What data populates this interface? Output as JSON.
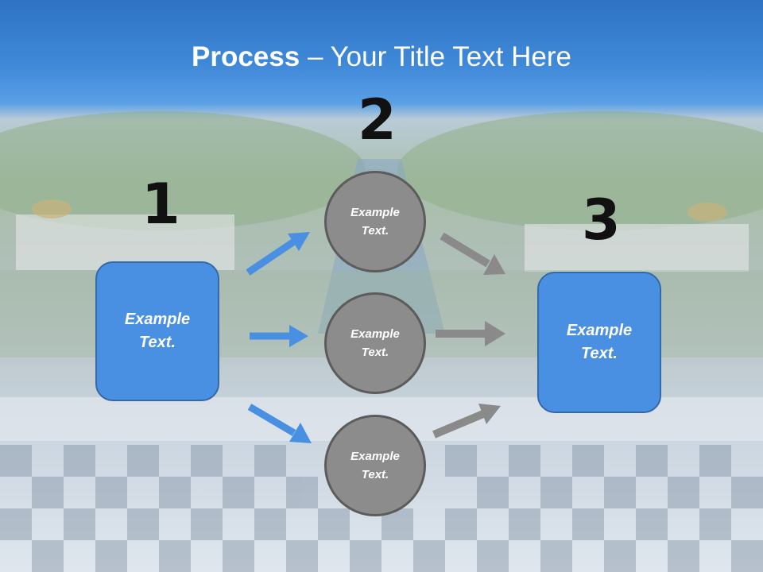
{
  "title": {
    "bold": "Process",
    "rest": " – Your Title Text Here"
  },
  "steps": {
    "step1": {
      "number": "1",
      "line1": "Example",
      "line2": "Text."
    },
    "step2": {
      "number": "2"
    },
    "step3": {
      "number": "3",
      "line1": "Example",
      "line2": "Text."
    }
  },
  "circles": [
    {
      "line1": "Example",
      "line2": "Text."
    },
    {
      "line1": "Example",
      "line2": "Text."
    },
    {
      "line1": "Example",
      "line2": "Text."
    }
  ],
  "colors": {
    "blue_box": "#4a90e2",
    "blue_arrow": "#4a90e2",
    "gray_circle": "#8c8c8c",
    "gray_arrow": "#8a8a8a"
  }
}
